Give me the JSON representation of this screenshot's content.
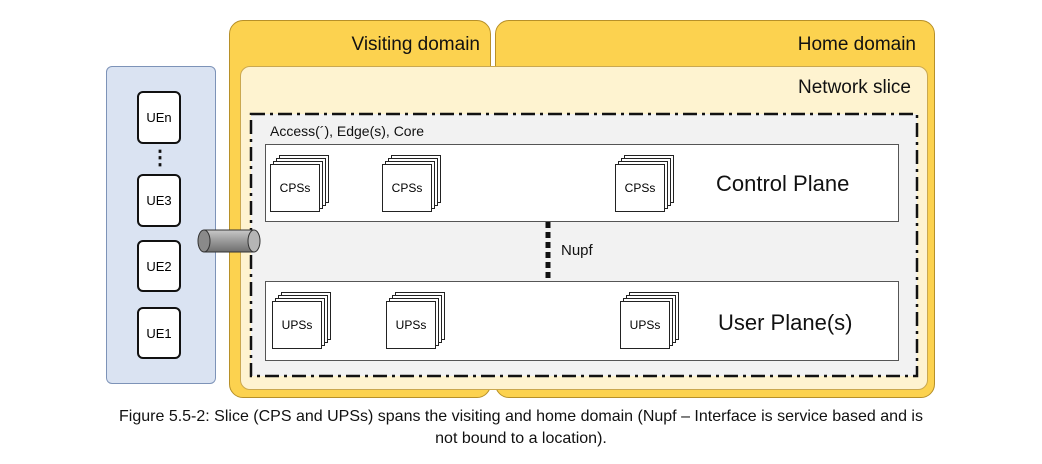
{
  "domains": {
    "visiting_label": "Visiting domain",
    "home_label": "Home domain",
    "slice_label": "Network slice"
  },
  "slice_inner": {
    "scope_label": "Access(´), Edge(s), Core",
    "interface_label": "Nupf"
  },
  "control_plane": {
    "title": "Control Plane",
    "functions": [
      "CPSs",
      "CPSs",
      "CPSs"
    ]
  },
  "user_plane": {
    "title": "User Plane(s)",
    "functions": [
      "UPSs",
      "UPSs",
      "UPSs"
    ]
  },
  "ues": {
    "top": "UEn",
    "ellipsis": "⋮",
    "items": [
      "UE3",
      "UE2",
      "UE1"
    ]
  },
  "caption": {
    "line1": "Figure 5.5-2: Slice (CPS and UPSs) spans the visiting and home domain (Nupf – Interface is service based and is",
    "line2": "not bound to a location)."
  },
  "colors": {
    "domain_fill": "#fcd24f",
    "slice_fill": "#fef3d0",
    "ue_panel_fill": "#dae3f2",
    "plane_area_fill": "#f2f2f2"
  }
}
